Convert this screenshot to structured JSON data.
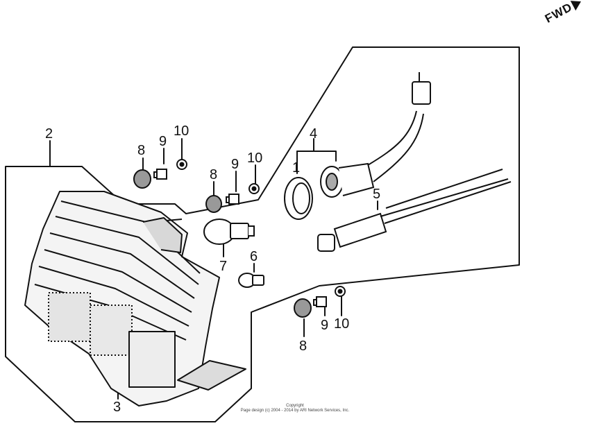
{
  "direction_label": "FWD",
  "callouts": {
    "c1": "1",
    "c2": "2",
    "c3": "3",
    "c4": "4",
    "c5": "5",
    "c6": "6",
    "c7": "7",
    "c8a": "8",
    "c8b": "8",
    "c8c": "8",
    "c9a": "9",
    "c9b": "9",
    "c9c": "9",
    "c10a": "10",
    "c10b": "10",
    "c10c": "10"
  },
  "copyright": {
    "line1": "Copyright",
    "line2": "Page design (c) 2004 - 2014 by ARI Network Services, Inc."
  }
}
